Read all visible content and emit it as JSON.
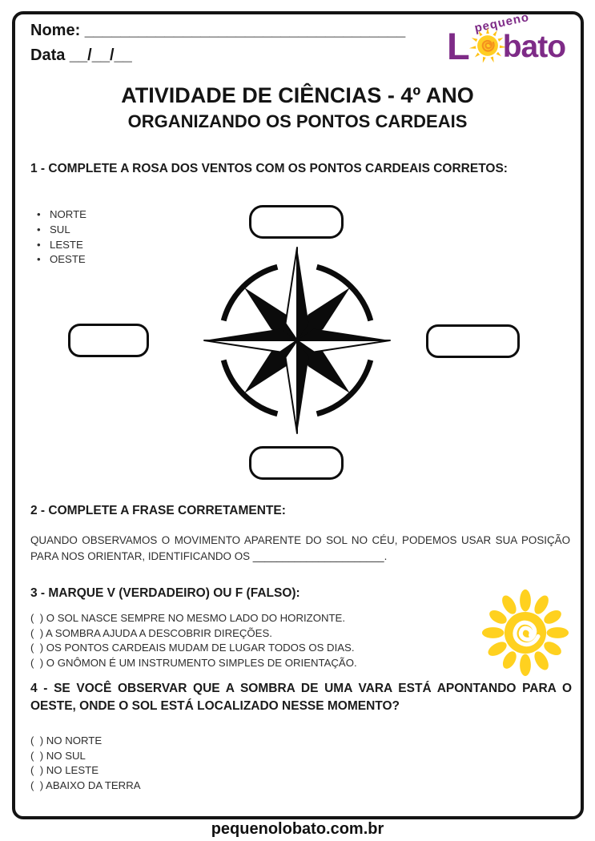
{
  "header": {
    "name_label": "Nome:",
    "name_line": "____________________________________",
    "date_line": "Data __/__/__"
  },
  "logo": {
    "script": "pequeno",
    "word_start": "L",
    "word_end": "bato"
  },
  "titles": {
    "main": "ATIVIDADE DE CIÊNCIAS - 4º ANO",
    "sub": "ORGANIZANDO OS PONTOS CARDEAIS"
  },
  "q1": {
    "heading": "1 - COMPLETE A ROSA DOS VENTOS COM OS PONTOS CARDEAIS CORRETOS:",
    "options": [
      "NORTE",
      "SUL",
      "LESTE",
      "OESTE"
    ]
  },
  "q2": {
    "heading": "2 - COMPLETE A FRASE CORRETAMENTE:",
    "text": "QUANDO OBSERVAMOS O MOVIMENTO APARENTE DO SOL NO CÉU, PODEMOS USAR SUA POSIÇÃO PARA NOS ORIENTAR, IDENTIFICANDO OS ______________________."
  },
  "q3": {
    "heading": "3 - MARQUE V (VERDADEIRO) OU F (FALSO):",
    "items": [
      "(  ) O SOL NASCE SEMPRE NO MESMO LADO DO HORIZONTE.",
      "(  ) A SOMBRA AJUDA A DESCOBRIR DIREÇÕES.",
      "(  ) OS PONTOS CARDEAIS MUDAM DE LUGAR TODOS OS DIAS.",
      "(  ) O GNÔMON É UM INSTRUMENTO SIMPLES DE ORIENTAÇÃO."
    ]
  },
  "q4": {
    "heading": "4 - SE VOCÊ OBSERVAR QUE A SOMBRA DE UMA VARA ESTÁ APONTANDO PARA O OESTE, ONDE O SOL ESTÁ LOCALIZADO NESSE MOMENTO?",
    "options": [
      "(  ) NO NORTE",
      "(  ) NO SUL",
      "(  ) NO LESTE",
      "(  ) ABAIXO DA TERRA"
    ]
  },
  "footer": {
    "site": "pequenolobato.com.br"
  },
  "colors": {
    "purple": "#7e2b87",
    "sun_yellow": "#ffd11f",
    "spiral_orange": "#f5921e",
    "ink": "#111111"
  }
}
